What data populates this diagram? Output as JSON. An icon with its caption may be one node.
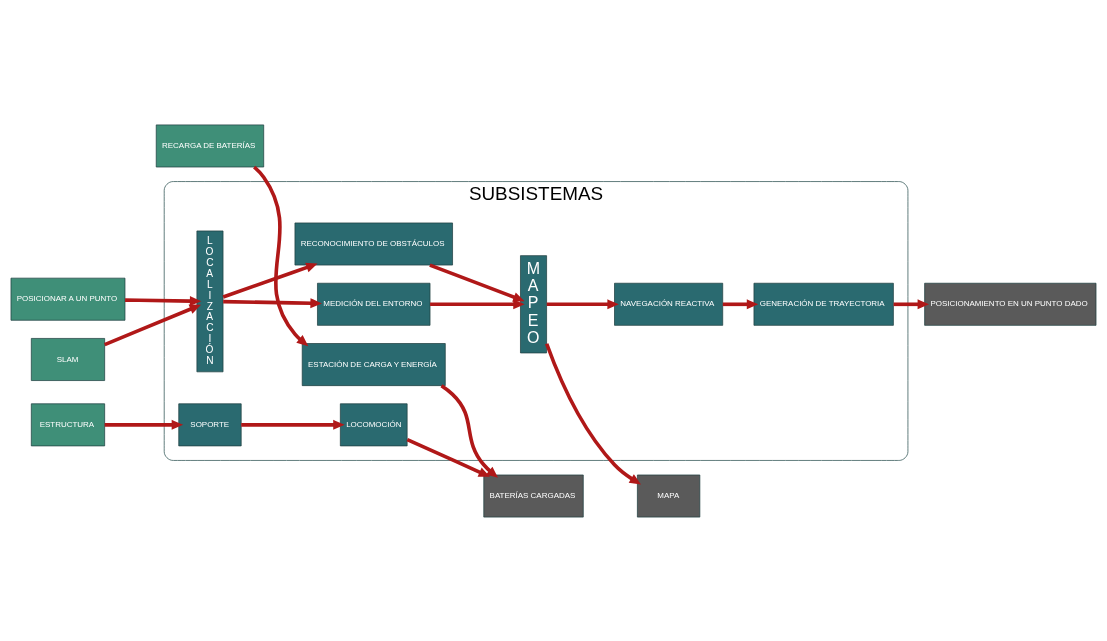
{
  "diagram": {
    "nodes": [
      {
        "text": [
          "SUBSISTEMAS"
        ]
      },
      {
        "text": [
          "ESTRUCTURA"
        ]
      },
      {
        "text": [
          "RECARGA DE BATERÍAS"
        ]
      },
      {
        "text": [
          "SLAM"
        ]
      },
      {
        "text": [
          "POSICIONAR A UN PUNTO"
        ]
      },
      {
        "text": [
          "SOPORTE"
        ],
        "in": 0
      },
      {
        "text": [
          "LOCOMOCIÓN"
        ],
        "in": 0
      },
      {
        "text": [
          "ESTACIÓN DE CARGA Y ENERGÍA"
        ],
        "in": 0
      },
      {
        "text": [
          "LOCALIZACIÓN"
        ],
        "in": 0
      },
      {
        "text": [
          "MEDICIÓN DEL ENTORNO"
        ],
        "in": 0
      },
      {
        "text": [
          "RECONOCIMIENTO DE OBSTÁCULOS"
        ],
        "in": 0
      },
      {
        "text": [
          "MAPEO"
        ],
        "in": 0
      },
      {
        "text": [
          "NAVEGACIÓN REACTIVA"
        ],
        "in": 0
      },
      {
        "text": [
          "GENERACIÓN DE TRAYECTORIA"
        ],
        "in": 0
      },
      {
        "text": [
          "BATERÍAS CARGADAS"
        ]
      },
      {
        "text": [
          "MAPA"
        ]
      },
      {
        "text": [
          "POSICIONAMIENTO EN UN PUNTO DADO"
        ]
      }
    ],
    "edges": [
      {
        "from": 1,
        "to": 5,
        "arrow": "to"
      },
      {
        "from": 5,
        "to": 6,
        "arrow": "to"
      },
      {
        "from": 6,
        "to": 14,
        "arrow": "to"
      },
      {
        "from": 2,
        "to": 7,
        "arrow": "to"
      },
      {
        "from": 7,
        "to": 14,
        "arrow": "to"
      },
      {
        "from": 3,
        "to": 8,
        "arrow": "to"
      },
      {
        "from": 4,
        "to": 8,
        "arrow": "to"
      },
      {
        "from": 8,
        "to": 9,
        "arrow": "to"
      },
      {
        "from": 8,
        "to": 10,
        "arrow": "to"
      },
      {
        "from": 9,
        "to": 11,
        "arrow": "to"
      },
      {
        "from": 10,
        "to": 11,
        "arrow": "to"
      },
      {
        "from": 11,
        "to": 15,
        "arrow": "to"
      },
      {
        "from": 11,
        "to": 12,
        "arrow": "to"
      },
      {
        "from": 12,
        "to": 13,
        "arrow": "to"
      },
      {
        "from": 13,
        "to": 16,
        "arrow": "to"
      }
    ]
  }
}
